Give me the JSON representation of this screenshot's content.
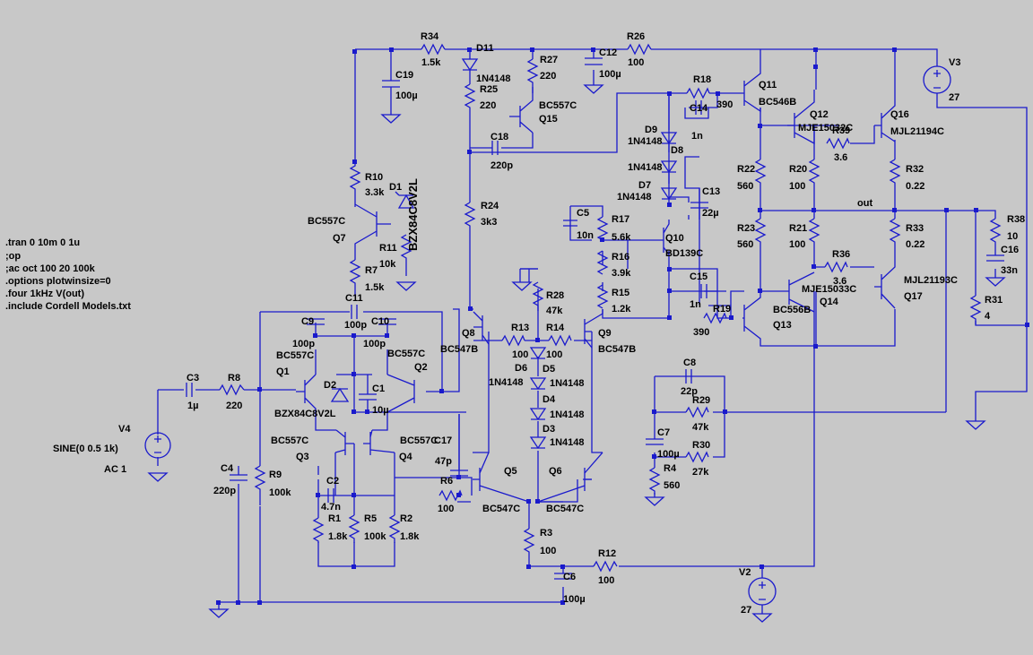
{
  "directives": [
    ".tran 0 10m 0 1u",
    ";op",
    ";ac oct 100 20 100k",
    ".options plotwinsize=0",
    ".four 1kHz V(out)",
    ".include Cordell Models.txt"
  ],
  "components": [
    {
      "ref": "R34",
      "value": "1.5k"
    },
    {
      "ref": "R26",
      "value": "100"
    },
    {
      "ref": "R27",
      "value": "220"
    },
    {
      "ref": "R25",
      "value": "220"
    },
    {
      "ref": "R18",
      "value": "390"
    },
    {
      "ref": "R10",
      "value": "3.3k"
    },
    {
      "ref": "R11",
      "value": "10k"
    },
    {
      "ref": "R7",
      "value": "1.5k"
    },
    {
      "ref": "R24",
      "value": "3k3"
    },
    {
      "ref": "R17",
      "value": "5.6k"
    },
    {
      "ref": "R16",
      "value": "3.9k"
    },
    {
      "ref": "R15",
      "value": "1.2k"
    },
    {
      "ref": "R28",
      "value": "47k"
    },
    {
      "ref": "R13",
      "value": "100"
    },
    {
      "ref": "R14",
      "value": "100"
    },
    {
      "ref": "R19",
      "value": "390"
    },
    {
      "ref": "R22",
      "value": "560"
    },
    {
      "ref": "R23",
      "value": "560"
    },
    {
      "ref": "R20",
      "value": "100"
    },
    {
      "ref": "R21",
      "value": "100"
    },
    {
      "ref": "R39",
      "value": "3.6"
    },
    {
      "ref": "R36",
      "value": "3.6"
    },
    {
      "ref": "R32",
      "value": "0.22"
    },
    {
      "ref": "R33",
      "value": "0.22"
    },
    {
      "ref": "R38",
      "value": "10"
    },
    {
      "ref": "R31",
      "value": "4"
    },
    {
      "ref": "R8",
      "value": "220"
    },
    {
      "ref": "R9",
      "value": "100k"
    },
    {
      "ref": "R29",
      "value": "47k"
    },
    {
      "ref": "R30",
      "value": "27k"
    },
    {
      "ref": "R4",
      "value": "560"
    },
    {
      "ref": "R6",
      "value": "100"
    },
    {
      "ref": "R1",
      "value": "1.8k"
    },
    {
      "ref": "R5",
      "value": "100k"
    },
    {
      "ref": "R2",
      "value": "1.8k"
    },
    {
      "ref": "R3",
      "value": "100"
    },
    {
      "ref": "R12",
      "value": "100"
    },
    {
      "ref": "C19",
      "value": "100µ"
    },
    {
      "ref": "C12",
      "value": "100µ"
    },
    {
      "ref": "C18",
      "value": "220p"
    },
    {
      "ref": "C14",
      "value": "1n"
    },
    {
      "ref": "C13",
      "value": "22µ"
    },
    {
      "ref": "C5",
      "value": "10n"
    },
    {
      "ref": "C15",
      "value": "1n"
    },
    {
      "ref": "C16",
      "value": "33n"
    },
    {
      "ref": "C11",
      "value": "100p"
    },
    {
      "ref": "C9",
      "value": "100p"
    },
    {
      "ref": "C10",
      "value": "100p"
    },
    {
      "ref": "C1",
      "value": "10µ"
    },
    {
      "ref": "C3",
      "value": "1µ"
    },
    {
      "ref": "C4",
      "value": "220p"
    },
    {
      "ref": "C17",
      "value": "47p"
    },
    {
      "ref": "C2",
      "value": "4.7n"
    },
    {
      "ref": "C8",
      "value": "22p"
    },
    {
      "ref": "C7",
      "value": "100µ"
    },
    {
      "ref": "C6",
      "value": "100µ"
    },
    {
      "ref": "D11",
      "value": "1N4148"
    },
    {
      "ref": "D1",
      "value": "BZX84C8V2L"
    },
    {
      "ref": "D2",
      "value": "BZX84C8V2L"
    },
    {
      "ref": "D9",
      "value": "1N4148"
    },
    {
      "ref": "D8",
      "value": "1N4148"
    },
    {
      "ref": "D7",
      "value": "1N4148"
    },
    {
      "ref": "D6",
      "value": "1N4148"
    },
    {
      "ref": "D5",
      "value": "1N4148"
    },
    {
      "ref": "D4",
      "value": "1N4148"
    },
    {
      "ref": "D3",
      "value": "1N4148"
    },
    {
      "ref": "Q15",
      "value": "BC557C"
    },
    {
      "ref": "Q11",
      "value": "BC546B"
    },
    {
      "ref": "Q12",
      "value": "MJE15032C"
    },
    {
      "ref": "Q16",
      "value": "MJL21194C"
    },
    {
      "ref": "Q10",
      "value": "BD139C"
    },
    {
      "ref": "Q7",
      "value": "BC557C"
    },
    {
      "ref": "Q8",
      "value": "BC547B"
    },
    {
      "ref": "Q9",
      "value": "BC547B"
    },
    {
      "ref": "Q13",
      "value": "BC556B"
    },
    {
      "ref": "Q14",
      "value": "MJE15033C"
    },
    {
      "ref": "Q17",
      "value": "MJL21193C"
    },
    {
      "ref": "Q1",
      "value": "BC557C"
    },
    {
      "ref": "Q2",
      "value": "BC557C"
    },
    {
      "ref": "Q3",
      "value": "BC557C"
    },
    {
      "ref": "Q4",
      "value": "BC557C"
    },
    {
      "ref": "Q5",
      "value": "BC547C"
    },
    {
      "ref": "Q6",
      "value": "BC547C"
    }
  ],
  "sources": [
    {
      "ref": "V3",
      "value": "27"
    },
    {
      "ref": "V2",
      "value": "27"
    },
    {
      "ref": "V4",
      "value": "SINE(0 0.5 1k)",
      "extra": "AC 1"
    }
  ],
  "net_labels": [
    "out"
  ]
}
